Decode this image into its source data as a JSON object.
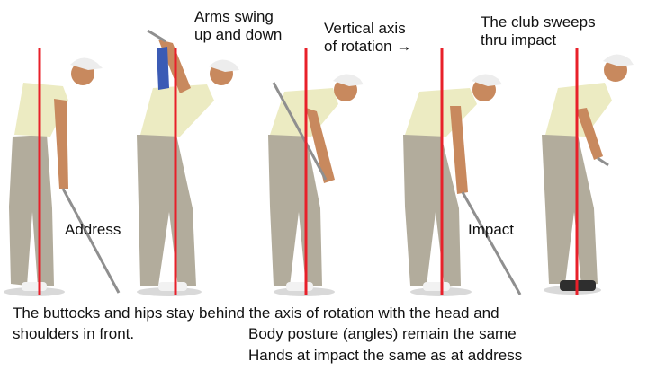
{
  "colors": {
    "axis_line": "#e8202a",
    "shirt": "#ecebc2",
    "pants": "#b2ac9c",
    "skin": "#c8895e",
    "cap": "#ededed",
    "shoe": "#f2f2f2",
    "club": "#8f8f8f",
    "text": "#111111"
  },
  "labels": {
    "arms": "Arms swing\nup and down",
    "vertical_axis": "Vertical axis\nof rotation →",
    "club_sweeps": "The club sweeps\nthru impact",
    "address": "Address",
    "impact": "Impact"
  },
  "captions": {
    "line1": "The buttocks and hips stay behind the axis of rotation with the head and",
    "line2": "shoulders in front.",
    "line3": "Body posture (angles) remain the same",
    "line4": "Hands at impact the same as at address"
  }
}
